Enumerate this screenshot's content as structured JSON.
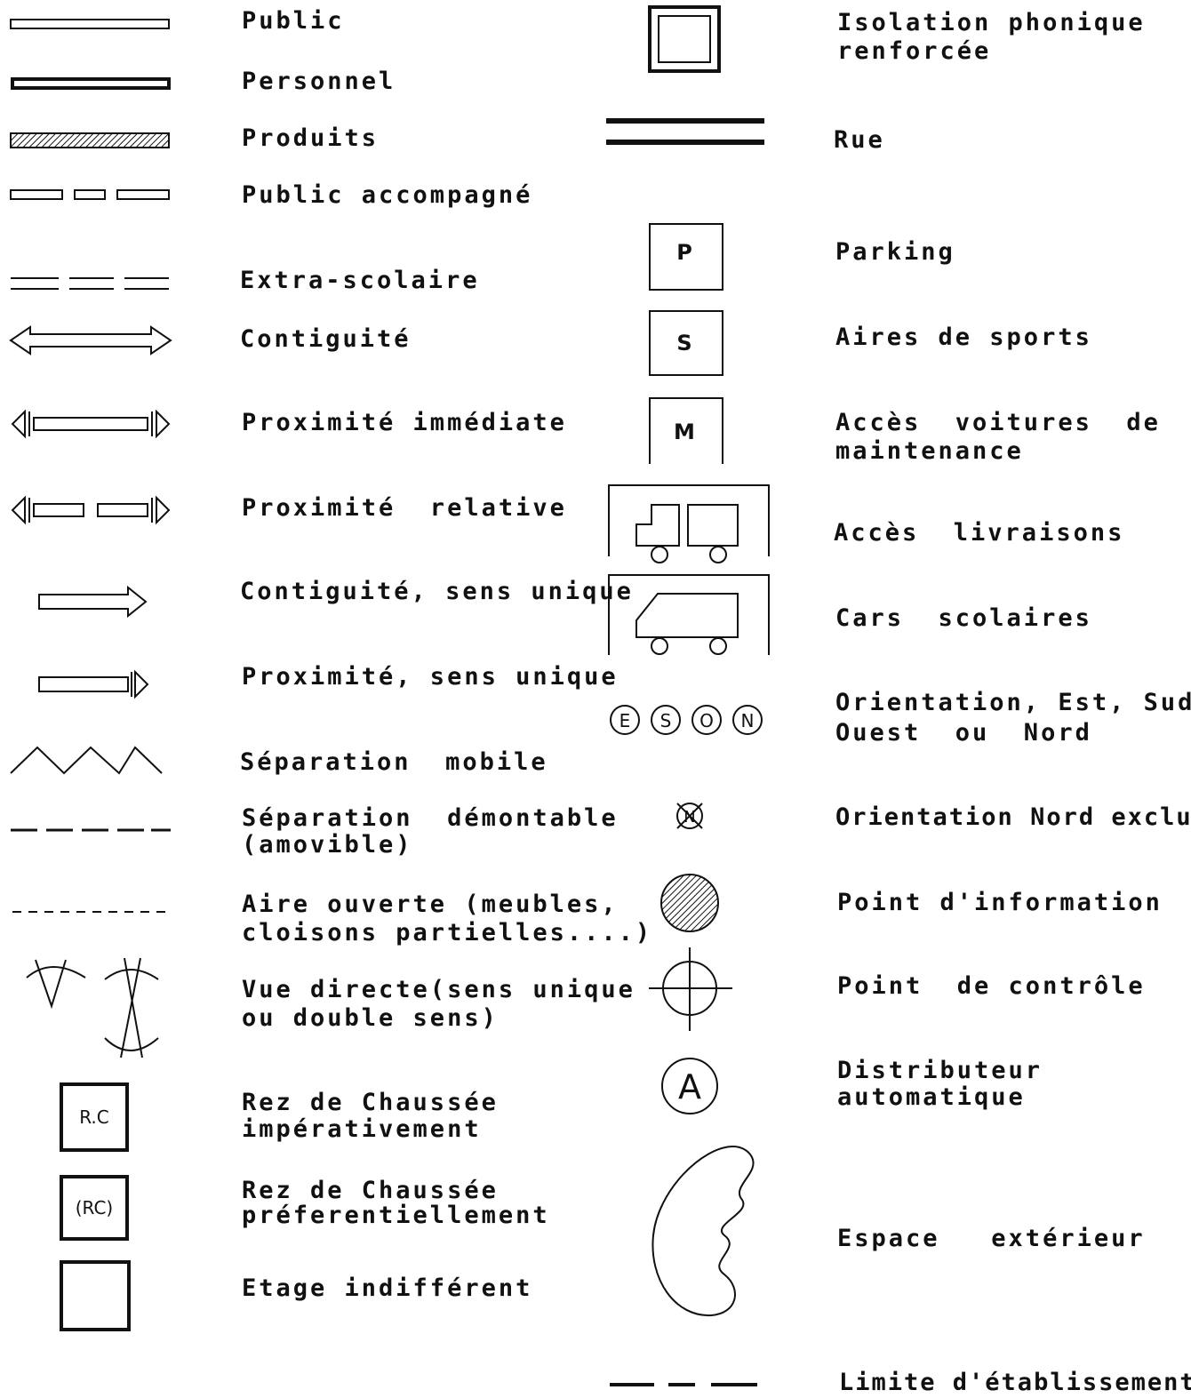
{
  "legend_left": [
    {
      "id": "public",
      "label": "Public"
    },
    {
      "id": "personnel",
      "label": "Personnel"
    },
    {
      "id": "produits",
      "label": "Produits"
    },
    {
      "id": "public-accompagne",
      "label": "Public accompagné"
    },
    {
      "id": "extra-scolaire",
      "label": "Extra-scolaire"
    },
    {
      "id": "contiguite",
      "label": "Contiguité"
    },
    {
      "id": "proximite-immediate",
      "label": "Proximité immédiate"
    },
    {
      "id": "proximite-relative",
      "label": "Proximité  relative"
    },
    {
      "id": "contiguite-sens-unique",
      "label": "Contiguité, sens unique"
    },
    {
      "id": "proximite-sens-unique",
      "label": "Proximité, sens unique"
    },
    {
      "id": "separation-mobile",
      "label": "Séparation  mobile"
    },
    {
      "id": "separation-demontable",
      "label": "Séparation  démontable\n(amovible)"
    },
    {
      "id": "aire-ouverte",
      "label": "Aire ouverte (meubles,\ncloisons partielles....)"
    },
    {
      "id": "vue-directe",
      "label": "Vue directe(sens unique\nou double sens)"
    },
    {
      "id": "rez-imperatif",
      "label": "Rez de Chaussée\nimpérativement",
      "symbol_text": "R.C"
    },
    {
      "id": "rez-preferentiel",
      "label": "Rez de Chaussée\npréferentiellement",
      "symbol_text": "(RC)"
    },
    {
      "id": "etage-indifferent",
      "label": "Etage indifférent"
    }
  ],
  "legend_right": [
    {
      "id": "isolation-phonique",
      "label": "Isolation phonique\nrenforcée"
    },
    {
      "id": "rue",
      "label": "Rue"
    },
    {
      "id": "parking",
      "label": "Parking",
      "symbol_text": "P"
    },
    {
      "id": "aires-sports",
      "label": "Aires de sports",
      "symbol_text": "S"
    },
    {
      "id": "acces-maintenance",
      "label": "Accès  voitures  de\nmaintenance",
      "symbol_text": "M"
    },
    {
      "id": "acces-livraisons",
      "label": "Accès  livraisons"
    },
    {
      "id": "cars-scolaires",
      "label": "Cars  scolaires"
    },
    {
      "id": "orientation",
      "label": "Orientation, Est, Sud,\nOuest  ou  Nord",
      "symbol_letters": [
        "E",
        "S",
        "O",
        "N"
      ]
    },
    {
      "id": "orientation-nord-exclue",
      "label": "Orientation Nord exclue",
      "symbol_text": "N"
    },
    {
      "id": "point-information",
      "label": "Point d'information"
    },
    {
      "id": "point-controle",
      "label": "Point  de contrôle"
    },
    {
      "id": "distributeur",
      "label": "Distributeur\nautomatique",
      "symbol_text": "A"
    },
    {
      "id": "espace-exterieur",
      "label": "Espace   extérieur"
    },
    {
      "id": "limite-etablissement",
      "label": "Limite d'établissement"
    }
  ]
}
